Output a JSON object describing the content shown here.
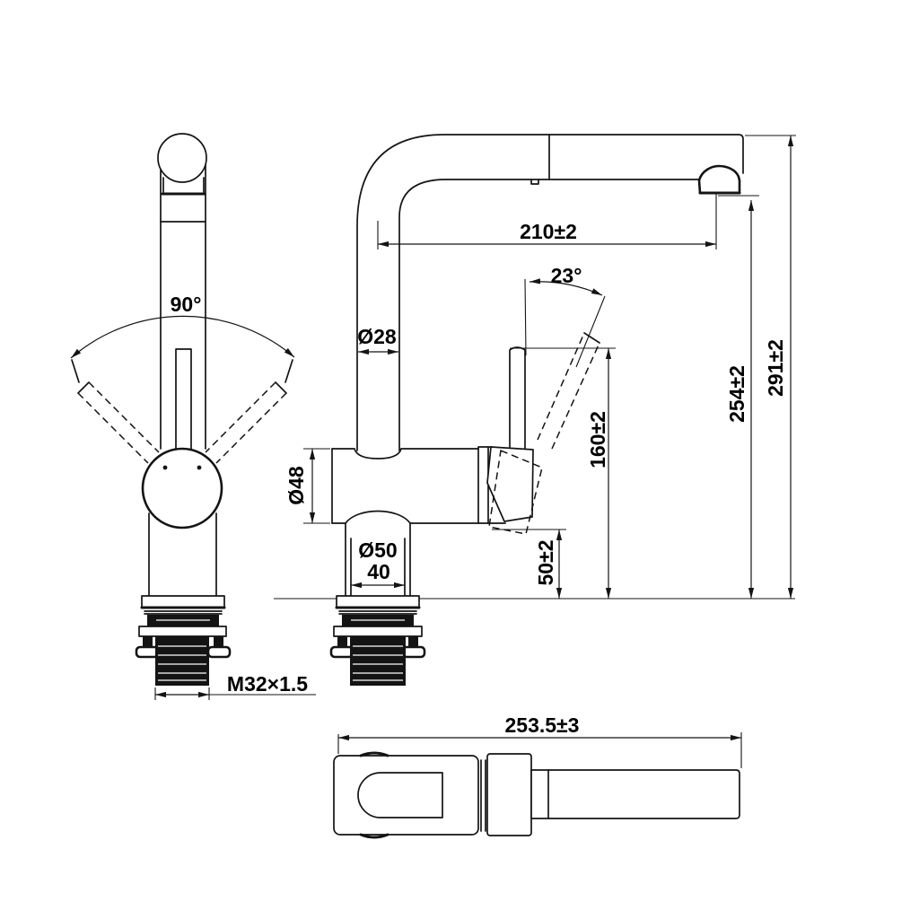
{
  "drawing": {
    "kind": "faucet-dimension-drawing",
    "colors": {
      "line": "#141414",
      "background": "#ffffff",
      "solid_fill": "#141414"
    },
    "dimensions": {
      "swivel_angle": "90°",
      "spout_reach": "210±2",
      "handle_tilt_angle": "23°",
      "spout_pipe_diameter": "Ø28",
      "body_diameter": "Ø48",
      "base_diameter": "Ø50",
      "base_inner_width": "40",
      "handle_height": "160±2",
      "body_underside_height": "50±2",
      "spout_outlet_height": "254±2",
      "overall_height": "291±2",
      "mounting_thread": "M32×1.5",
      "overall_length": "253.5±3"
    }
  }
}
